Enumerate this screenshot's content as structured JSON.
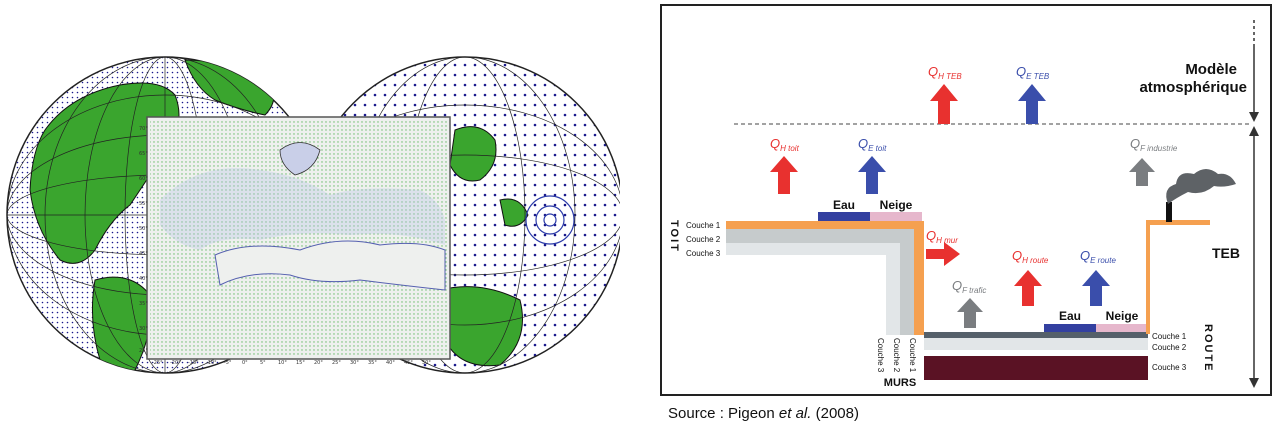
{
  "left_figure": {
    "map_lon_ticks": [
      "-25°",
      "-20°",
      "-15°",
      "-10°",
      "-5°",
      "0°",
      "5°",
      "10°",
      "15°",
      "20°",
      "25°",
      "30°",
      "35°",
      "40°",
      "45°",
      "50°"
    ],
    "map_lat_ticks": [
      "70°",
      "65°",
      "60°",
      "55°",
      "50°",
      "45°",
      "40°",
      "35°",
      "30°",
      "25°"
    ],
    "colors": {
      "land": "#3aa52e",
      "ocean": "#ffffff",
      "grid": "#1a1a8c",
      "map_bg": "#eef0ee"
    }
  },
  "teb_diagram": {
    "atmos_label_line1": "Modèle",
    "atmos_label_line2": "atmosphérique",
    "teb_label": "TEB",
    "flux": {
      "qh_teb": {
        "q": "Q",
        "sub": "H TEB"
      },
      "qe_teb": {
        "q": "Q",
        "sub": "E TEB"
      },
      "qh_toit": {
        "q": "Q",
        "sub": "H toit"
      },
      "qe_toit": {
        "q": "Q",
        "sub": "E toit"
      },
      "qf_industrie": {
        "q": "Q",
        "sub": "F industrie"
      },
      "qh_mur": {
        "q": "Q",
        "sub": "H mur"
      },
      "qf_trafic": {
        "q": "Q",
        "sub": "F trafic"
      },
      "qh_route": {
        "q": "Q",
        "sub": "H route"
      },
      "qe_route": {
        "q": "Q",
        "sub": "E route"
      }
    },
    "roof": {
      "eau": "Eau",
      "neige": "Neige",
      "side_word": "TOIT",
      "layers": [
        "Couche 1",
        "Couche 2",
        "Couche 3"
      ]
    },
    "road": {
      "eau": "Eau",
      "neige": "Neige",
      "side_word": "ROUTE",
      "layers": [
        "Couche 1",
        "Couche 2",
        "Couche 3"
      ]
    },
    "walls": {
      "label": "MURS",
      "layers": [
        "Couche 3",
        "Couche 2",
        "Couche 1"
      ]
    },
    "colors": {
      "red": "#e8312f",
      "blue": "#3a4eab",
      "grey": "#7a7d80",
      "orange": "#f5a050",
      "water": "#3340a0",
      "snow": "#e6b7cc",
      "dark_road": "#55606a",
      "road_deep": "#5a1224",
      "light_grey": "#c6cbcc",
      "lighter": "#e2e6e8"
    }
  },
  "source": {
    "prefix": "Source : Pigeon ",
    "authors": "et al.",
    "year": " (2008)"
  }
}
